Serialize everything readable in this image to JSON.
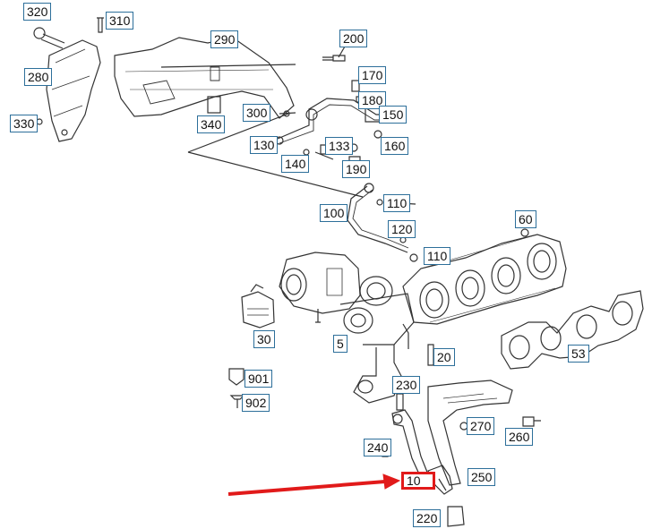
{
  "diagram": {
    "highlight_color": "#e11a1a",
    "callout_border_color": "#2d6f9a",
    "line_color": "#333333",
    "highlighted_label": "10",
    "labels": {
      "l320": "320",
      "l310": "310",
      "l290": "290",
      "l200": "200",
      "l170": "170",
      "l280": "280",
      "l180": "180",
      "l300": "300",
      "l150": "150",
      "l330": "330",
      "l340": "340",
      "l133": "133",
      "l160": "160",
      "l130": "130",
      "l140": "140",
      "l190": "190",
      "l110a": "110",
      "l100": "100",
      "l120": "120",
      "l60": "60",
      "l110b": "110",
      "l30": "30",
      "l5": "5",
      "l20": "20",
      "l53": "53",
      "l901": "901",
      "l902": "902",
      "l230": "230",
      "l270": "270",
      "l260": "260",
      "l240": "240",
      "l10": "10",
      "l250": "250",
      "l220": "220"
    }
  }
}
